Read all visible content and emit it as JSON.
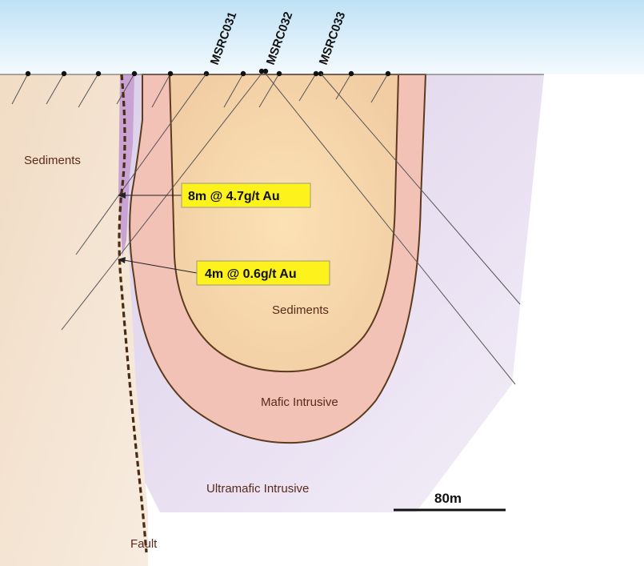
{
  "labels": {
    "sediments_left": "Sediments",
    "sediments_center": "Sediments",
    "mafic": "Mafic Intrusive",
    "ultramafic": "Ultramafic Intrusive",
    "fault": "Fault"
  },
  "drillholes": [
    {
      "id": "MSRC031"
    },
    {
      "id": "MSRC032"
    },
    {
      "id": "MSRC033"
    }
  ],
  "intercepts": [
    {
      "text": "8m @ 4.7g/t Au"
    },
    {
      "text": "4m @ 0.6g/t Au"
    }
  ],
  "scale_bar": {
    "label": "80m"
  },
  "colors": {
    "sky_top": "#c3e3f6",
    "sky_bottom": "#ffffff",
    "sediment_left": "#f3e2cc",
    "sediment_core": "#f6d2a8",
    "mafic": "#f2c3b8",
    "ultramafic": "#e7dcef",
    "fault_zone": "#c79fd1",
    "callout_bg": "#fdf21c",
    "contact_line": "#5c3a1e"
  }
}
